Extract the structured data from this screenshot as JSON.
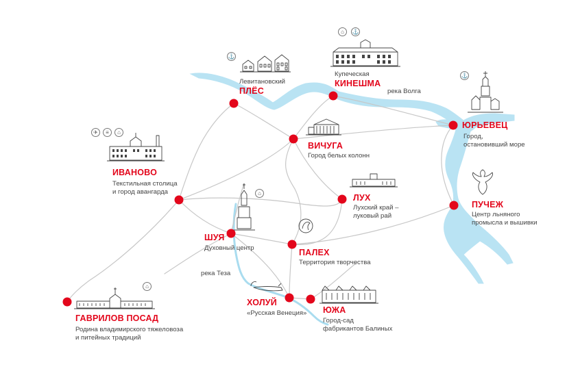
{
  "map": {
    "cities": [
      {
        "id": "ples",
        "name": "ПЛЁС",
        "above": "Левитановский",
        "desc": []
      },
      {
        "id": "kineshma",
        "name": "КИНЕШМА",
        "above": "Купеческая",
        "desc": []
      },
      {
        "id": "yurevets",
        "name": "ЮРЬЕВЕЦ",
        "desc": [
          "Город,",
          "остановивший море"
        ]
      },
      {
        "id": "vichuga",
        "name": "ВИЧУГА",
        "desc": [
          "Город белых колонн"
        ]
      },
      {
        "id": "ivanovo",
        "name": "ИВАНОВО",
        "desc": [
          "Текстильная столица",
          "и город авангарда"
        ]
      },
      {
        "id": "lukh",
        "name": "ЛУХ",
        "desc": [
          "Лухский край –",
          "луковый рай"
        ]
      },
      {
        "id": "puchezh",
        "name": "ПУЧЕЖ",
        "desc": [
          "Центр льняного",
          "промысла и вышивки"
        ]
      },
      {
        "id": "shuya",
        "name": "ШУЯ",
        "desc": [
          "Духовный центр"
        ]
      },
      {
        "id": "palekh",
        "name": "ПАЛЕХ",
        "desc": [
          "Территория творчества"
        ]
      },
      {
        "id": "kholuy",
        "name": "ХОЛУЙ",
        "desc": [
          "«Русская Венеция»"
        ]
      },
      {
        "id": "yuzha",
        "name": "ЮЖА",
        "desc": [
          "Город-сад",
          "фабрикантов Балиных"
        ]
      },
      {
        "id": "gavrilov",
        "name": "ГАВРИЛОВ ПОСАД",
        "desc": [
          "Родина владимирского тяжеловоза",
          "и питейных традиций"
        ]
      }
    ],
    "rivers": {
      "volga": "река Волга",
      "teza": "река Теза"
    },
    "icons": [
      "anchor-icon",
      "factory-icon",
      "airplane-icon",
      "bridge-icon",
      "church-icon",
      "horse-icon",
      "boat-icon"
    ]
  }
}
